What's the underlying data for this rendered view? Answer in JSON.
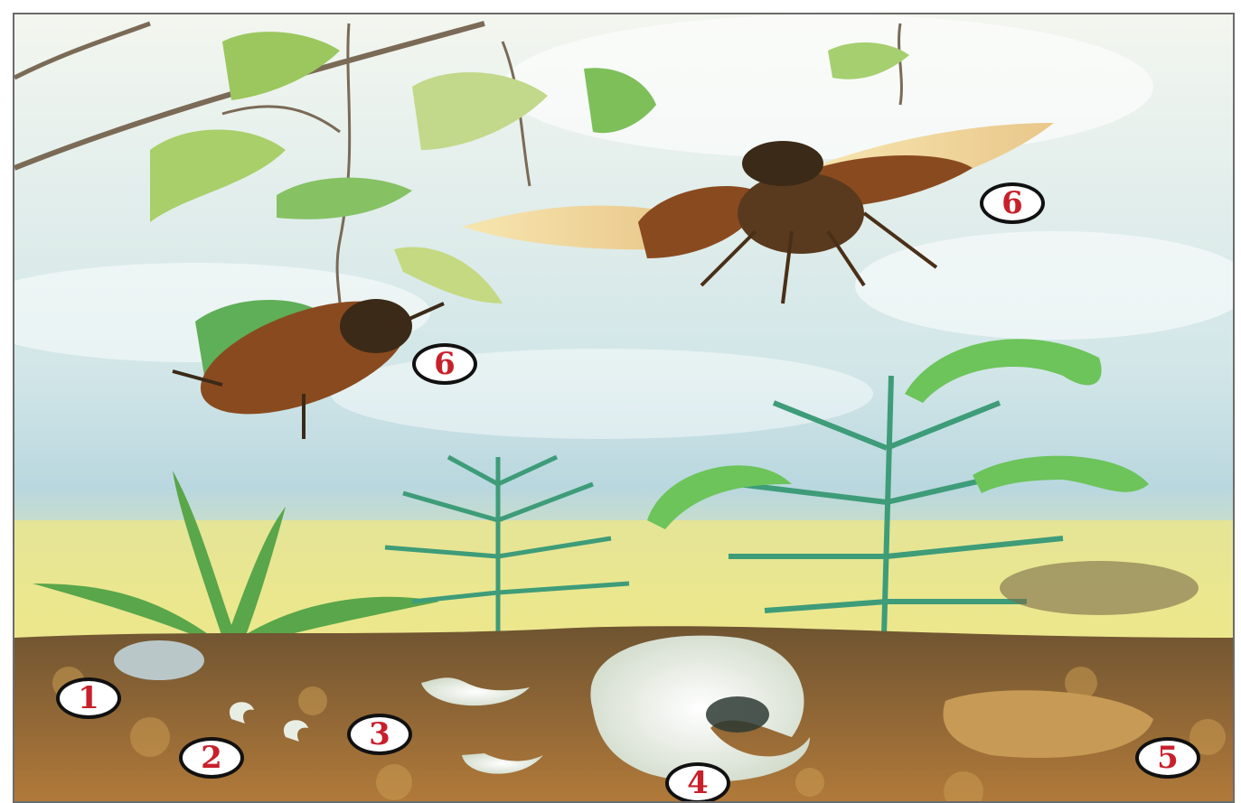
{
  "labels": {
    "egg": "1",
    "young_larva": "2",
    "second_year_larva": "3",
    "third_year_larva": "4",
    "pupa": "5",
    "adult_on_branch": "6",
    "adult_flying": "6"
  },
  "colors": {
    "sky": "#cfe3e6",
    "ground_grass": "#e9e586",
    "soil": "#7a5a2e",
    "beetle": "#8a4a1f",
    "leaf": "#8fc45a",
    "larva": "#eef2e8",
    "badge_text": "#c8202a"
  }
}
